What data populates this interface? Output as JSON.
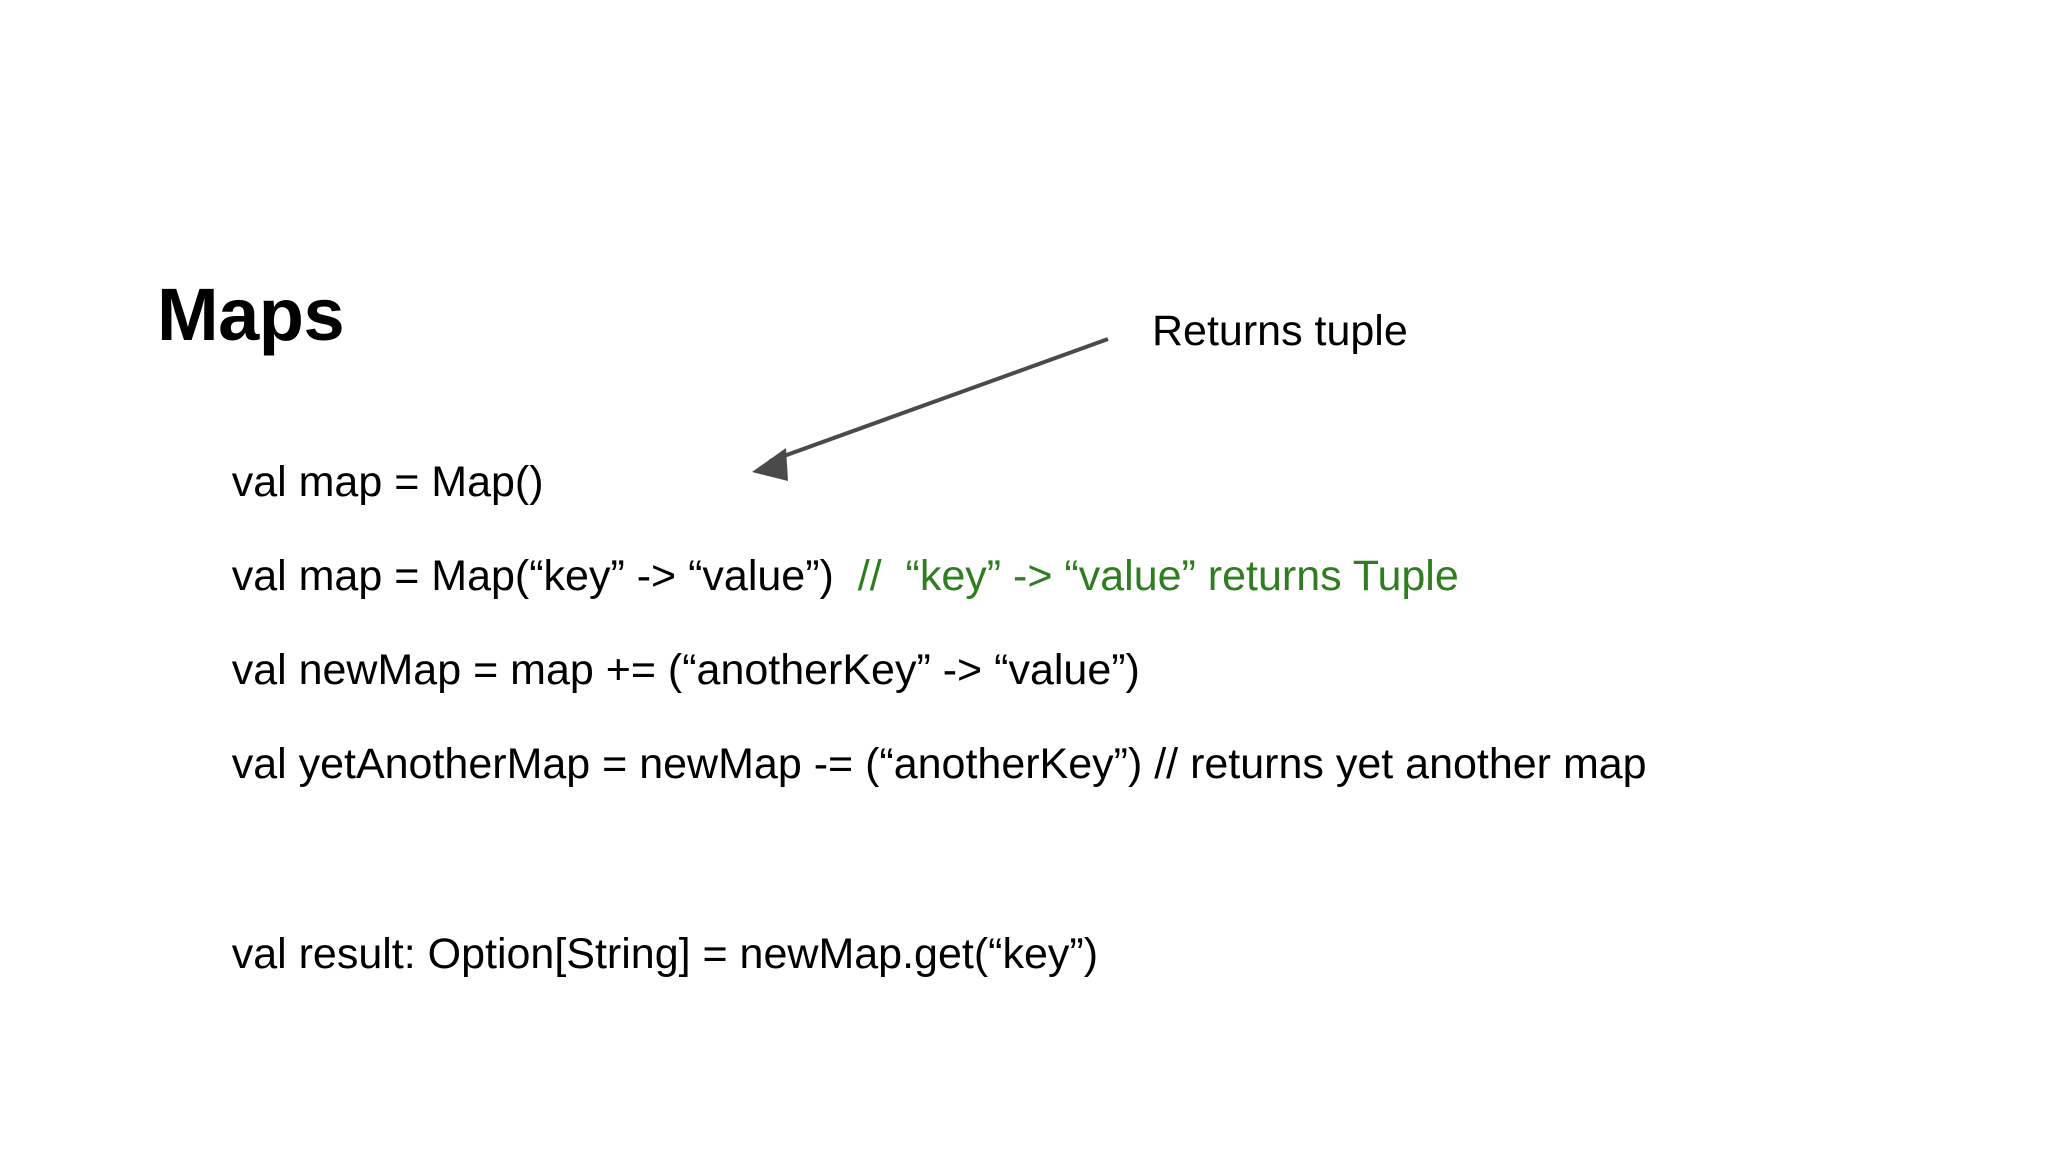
{
  "slide": {
    "title": "Maps",
    "background_color": "#ffffff",
    "text_color": "#000000",
    "comment_color": "#2e7d1e",
    "arrow_color": "#4a4a4a"
  },
  "code": {
    "lines": [
      {
        "main": "val map = Map()",
        "comment": ""
      },
      {
        "main": "val map = Map(“key” -> “value”)  ",
        "comment": "//  “key” -> “value” returns Tuple"
      },
      {
        "main": "val newMap = map += (“anotherKey” -> “value”)",
        "comment": ""
      },
      {
        "main": "val yetAnotherMap = newMap -= (“anotherKey”) // returns yet another map",
        "comment": ""
      },
      {
        "main": "val result: Option[String] = newMap.get(“key”)",
        "comment": ""
      }
    ]
  },
  "annotation": {
    "label": "Returns tuple",
    "points_to": "val map = Map()"
  }
}
